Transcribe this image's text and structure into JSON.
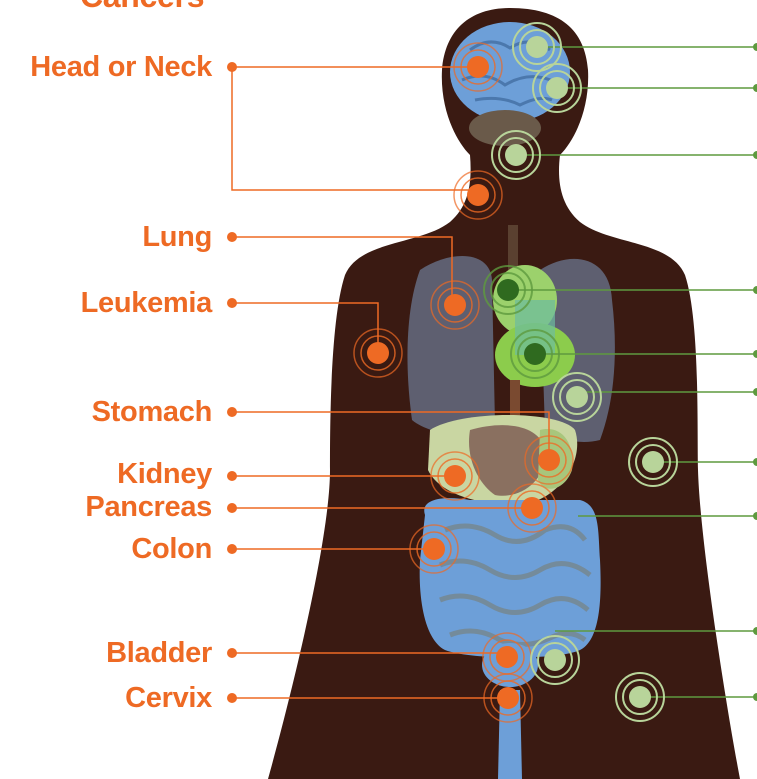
{
  "heading": "Cancers",
  "colors": {
    "accent_orange": "#ee6a24",
    "accent_green": "#5e9a3f",
    "body_silhouette": "#3a1a12",
    "organ_blue": "#6d9fd8"
  },
  "labels": [
    {
      "key": "head_neck",
      "text": "Head or Neck"
    },
    {
      "key": "lung",
      "text": "Lung"
    },
    {
      "key": "leukemia",
      "text": "Leukemia"
    },
    {
      "key": "stomach",
      "text": "Stomach"
    },
    {
      "key": "kidney",
      "text": "Kidney"
    },
    {
      "key": "pancreas",
      "text": "Pancreas"
    },
    {
      "key": "colon",
      "text": "Colon"
    },
    {
      "key": "bladder",
      "text": "Bladder"
    },
    {
      "key": "cervix",
      "text": "Cervix"
    }
  ]
}
